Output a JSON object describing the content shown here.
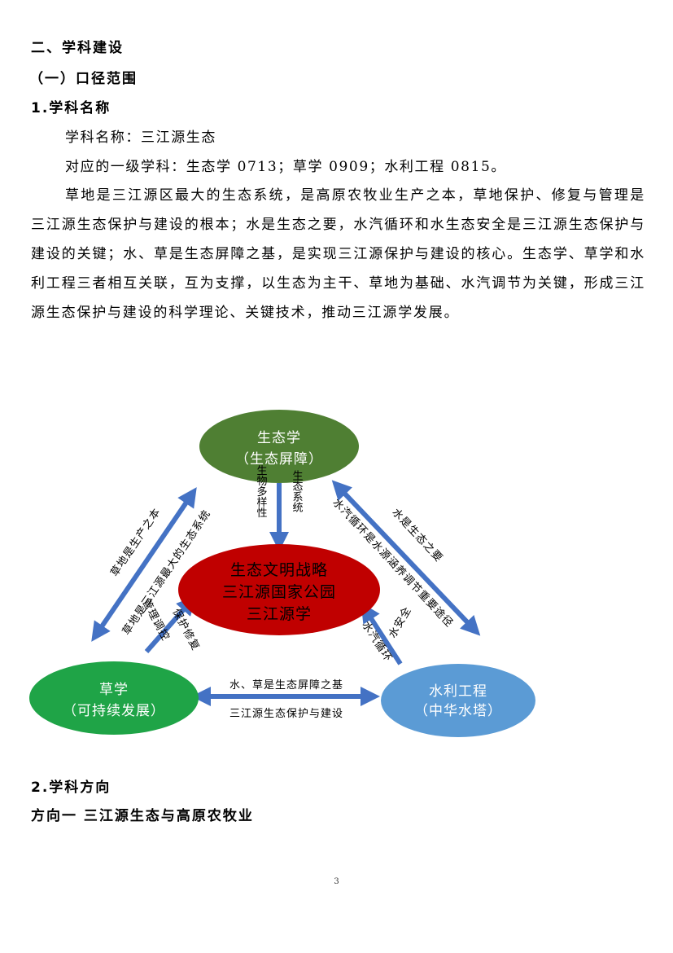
{
  "headings": {
    "section": "二、学科建设",
    "subsection": "（一）口径范围",
    "item1": "1.学科名称",
    "item2": "2.学科方向",
    "direction1": "方向一   三江源生态与高原农牧业"
  },
  "discipline": {
    "name_line": "学科名称：三江源生态",
    "first_level_line": "对应的一级学科：生态学 0713；草学 0909；水利工程 0815。"
  },
  "paragraph": "草地是三江源区最大的生态系统，是高原农牧业生产之本，草地保护、修复与管理是三江源生态保护与建设的根本；水是生态之要，水汽循环和水生态安全是三江源生态保护与建设的关键；水、草是生态屏障之基，是实现三江源保护与建设的核心。生态学、草学和水利工程三者相互关联，互为支撑，以生态为主干、草地为基础、水汽调节为关键，形成三江源生态保护与建设的科学理论、关键技术，推动三江源学发展。",
  "diagram": {
    "top": {
      "line1": "生态学",
      "line2": "（生态屏障）"
    },
    "center": {
      "line1": "生态文明战略",
      "line2": "三江源国家公园",
      "line3": "三江源学"
    },
    "left": {
      "line1": "草学",
      "line2": "（可持续发展）"
    },
    "right": {
      "line1": "水利工程",
      "line2": "（中华水塔）"
    },
    "labels": {
      "biodiversity": "生物多样性",
      "ecosystem": "生态系统",
      "left_outer": "草地是生产之本",
      "left_inner": "草地是三江源最大的生态系统",
      "left_mgmt": "管理调控",
      "left_protect": "保护修复",
      "right_outer": "水是生态之要",
      "right_inner": "水汽循环是水源涵养调节重要途径",
      "right_safety": "水安全",
      "right_cycle": "水汽循环",
      "bottom_top": "水、草是生态屏障之基",
      "bottom_bottom": "三江源生态保护与建设"
    },
    "colors": {
      "top_ellipse": "#4f7f33",
      "center_ellipse": "#c00000",
      "left_ellipse": "#1fa447",
      "right_ellipse": "#5b9bd5",
      "arrow": "#4472c4"
    }
  },
  "page_number": "3"
}
